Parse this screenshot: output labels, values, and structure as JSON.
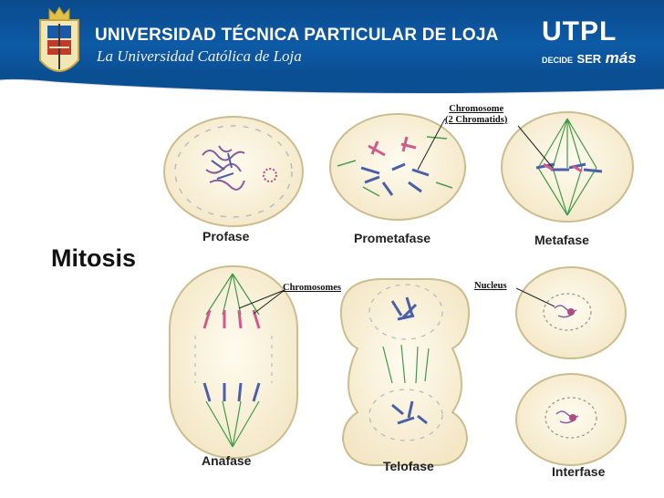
{
  "header": {
    "university_name": "UNIVERSIDAD TÉCNICA PARTICULAR DE LOJA",
    "subtitle": "La Universidad Católica de Loja",
    "logo_text": "UTPL",
    "tagline_small": "DECIDE",
    "tagline_mid": "SER",
    "tagline_big": "más",
    "colors": {
      "banner": "#0d5aa6",
      "text": "#ffffff"
    }
  },
  "title": "Mitosis",
  "stages": {
    "profase": "Profase",
    "prometafase": "Prometafase",
    "metafase": "Metafase",
    "anafase": "Anafase",
    "telofase": "Telofase",
    "interfase": "Interfase"
  },
  "callouts": {
    "chromosome_line1": "Chromosome",
    "chromosome_line2": "(2 Chromatids)",
    "chromosomes": "Chromosomes",
    "nucleus": "Nucleus"
  },
  "colors": {
    "cell_fill": "#f9f1dc",
    "cell_edge": "#c9b98a",
    "chromosome_blue": "#4a5fa8",
    "chromosome_pink": "#d05a8c",
    "spindle": "#3f9a4a"
  }
}
